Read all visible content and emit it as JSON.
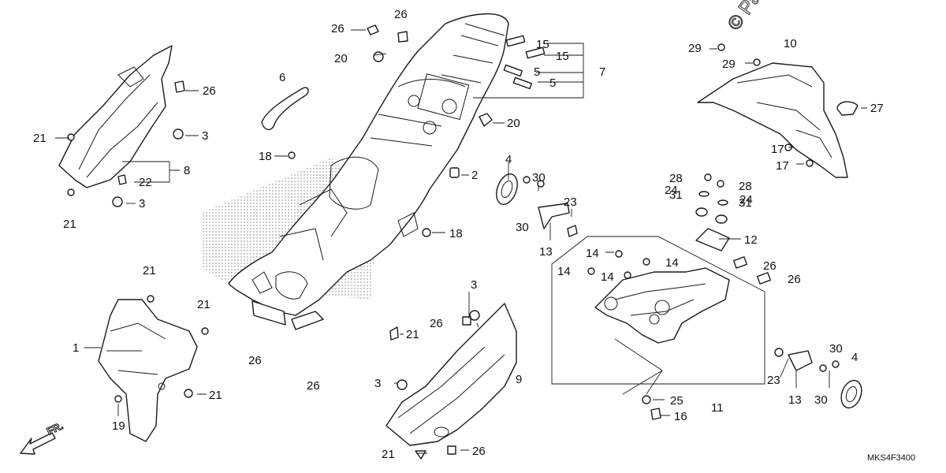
{
  "watermark": "© Pa",
  "diagram_code": "MKS4F3400",
  "front_marker": "FR.",
  "callouts": {
    "c1": "1",
    "c2": "2",
    "c3a": "3",
    "c3b": "3",
    "c3c": "3",
    "c3d": "3",
    "c4a": "4",
    "c4b": "4",
    "c5a": "5",
    "c5b": "5",
    "c6": "6",
    "c7": "7",
    "c8": "8",
    "c9": "9",
    "c10": "10",
    "c11": "11",
    "c12": "12",
    "c13a": "13",
    "c13b": "13",
    "c14a": "14",
    "c14b": "14",
    "c14c": "14",
    "c14d": "14",
    "c15a": "15",
    "c15b": "15",
    "c16": "16",
    "c17a": "17",
    "c17b": "17",
    "c18a": "18",
    "c18b": "18",
    "c19": "19",
    "c20a": "20",
    "c20b": "20",
    "c21a": "21",
    "c21b": "21",
    "c21c": "21",
    "c21d": "21",
    "c21e": "21",
    "c21f": "21",
    "c21g": "21",
    "c22": "22",
    "c23a": "23",
    "c23b": "23",
    "c24a": "24",
    "c24b": "24",
    "c25": "25",
    "c26a": "26",
    "c26b": "26",
    "c26c": "26",
    "c26d": "26",
    "c26e": "26",
    "c26f": "26",
    "c26g": "26",
    "c26h": "26",
    "c27": "27",
    "c28a": "28",
    "c28b": "28",
    "c29a": "29",
    "c29b": "29",
    "c30a": "30",
    "c30b": "30",
    "c30c": "30",
    "c30d": "30",
    "c31a": "31",
    "c31b": "31"
  }
}
